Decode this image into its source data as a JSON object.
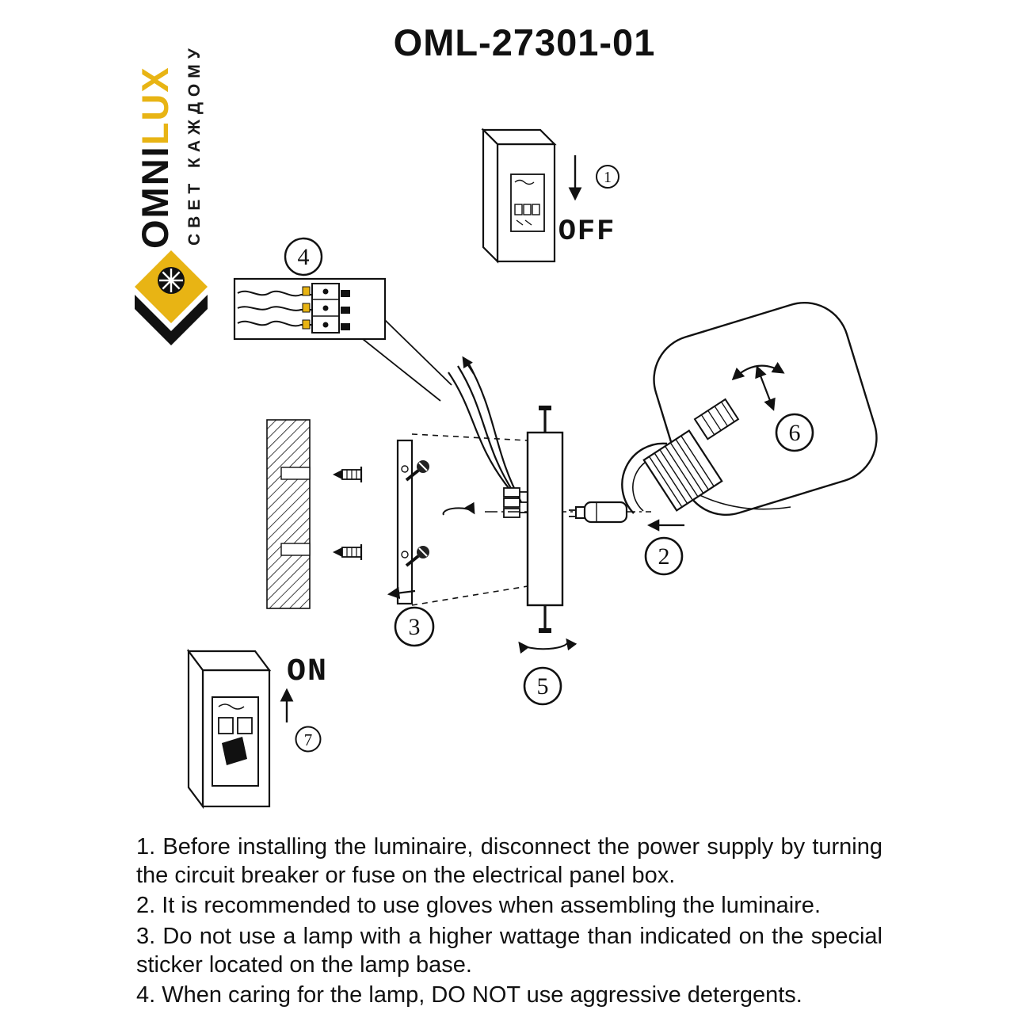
{
  "page": {
    "title": "OML-27301-01"
  },
  "logo": {
    "brand_black": "OMNI",
    "brand_gold": "LUX",
    "tagline": "СВЕТ КАЖДОМУ"
  },
  "colors": {
    "gold": "#E8B414",
    "ink": "#111111",
    "paper": "#FFFFFF"
  },
  "diagram": {
    "steps": [
      "1",
      "2",
      "3",
      "4",
      "5",
      "6",
      "7"
    ],
    "labels": {
      "off": "OFF",
      "on": "ON"
    }
  },
  "instructions": {
    "items": [
      "1. Before installing the luminaire, disconnect the power supply by turning the circuit breaker or fuse on the electrical panel box.",
      "2. It is recommended to use gloves when assembling the luminaire.",
      "3. Do not use a lamp with a higher wattage than indicated on the special sticker located on the lamp base.",
      "4. When caring for the lamp, DO NOT use aggressive detergents."
    ]
  }
}
